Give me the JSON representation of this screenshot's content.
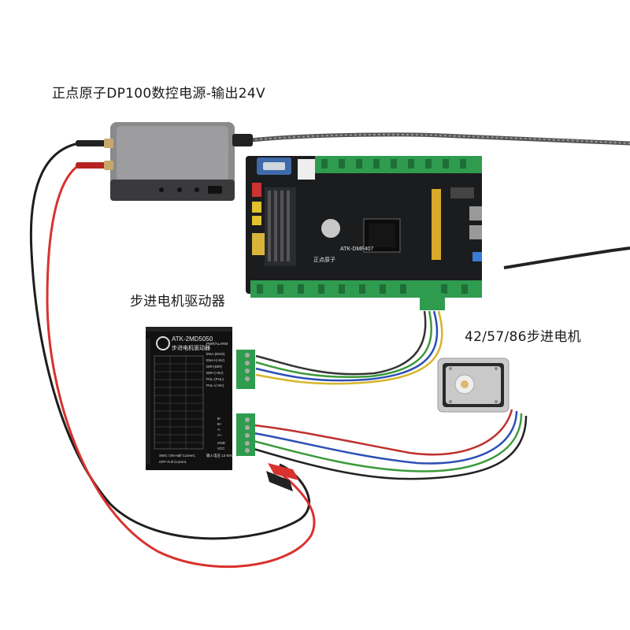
{
  "captions": {
    "power_supply": "正点原子DP100数控电源-输出24V",
    "driver": "步进电机驱动器",
    "motor": "42/57/86步进电机"
  },
  "board": {
    "model_label": "ATK-DMF407",
    "brand_label": "正点原子"
  },
  "driver_unit": {
    "model_label": "ATK-2MD5050",
    "subtitle": "步进电机驱动器",
    "top_terminal_labels": [
      "PWR/ALARM",
      "ENA-(ENO)",
      "ENA+(+5V)",
      "DIR-(DIR)",
      "DIR+(+5V)",
      "PUL-(PUL)",
      "PUL+(+5V)"
    ],
    "bottom_terminal_labels": [
      "B-",
      "B+",
      "A-",
      "A+",
      "GND",
      "VCC"
    ],
    "footer_lines": [
      "SW4: ON-Half Current,",
      "OFF-Full Current."
    ],
    "side_note": "输入电压 12-50VDC"
  },
  "colors": {
    "psu_body": "#8a8a8c",
    "board_pcb": "#1b1c1e",
    "terminal_green": "#2f9b4f",
    "driver_body": "#111111",
    "wire_red": "#d8322f",
    "wire_black": "#222222",
    "wire_green": "#3a9a3a",
    "wire_blue": "#2c4fb5",
    "wire_yellow": "#d7b52a",
    "motor_body": "#c9c9c9"
  }
}
